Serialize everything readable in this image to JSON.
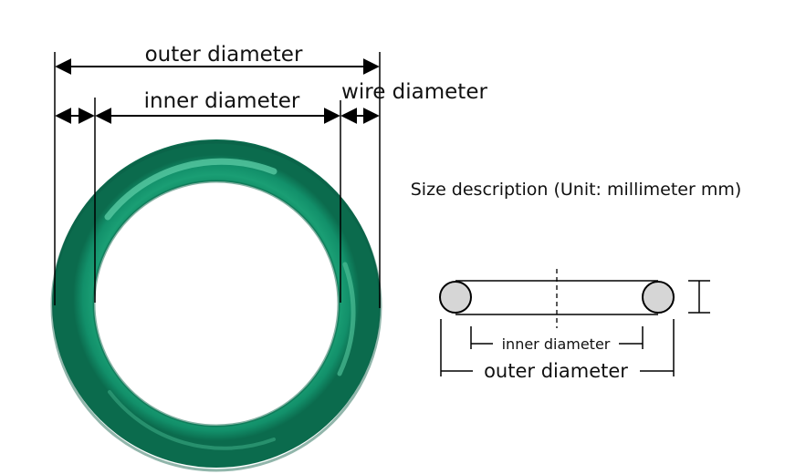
{
  "labels": {
    "outer_diameter": "outer diameter",
    "inner_diameter": "inner diameter",
    "wire_diameter": "wire diameter",
    "size_description": "Size description (Unit: millimeter mm)",
    "cross_section_inner": "inner diameter",
    "cross_section_outer": "outer diameter"
  },
  "colors": {
    "ring_green": "#14956d",
    "ring_dark": "#0c6e4f",
    "ring_highlight": "#46c097",
    "section_fill": "#d6d6d6",
    "line": "#000000"
  }
}
